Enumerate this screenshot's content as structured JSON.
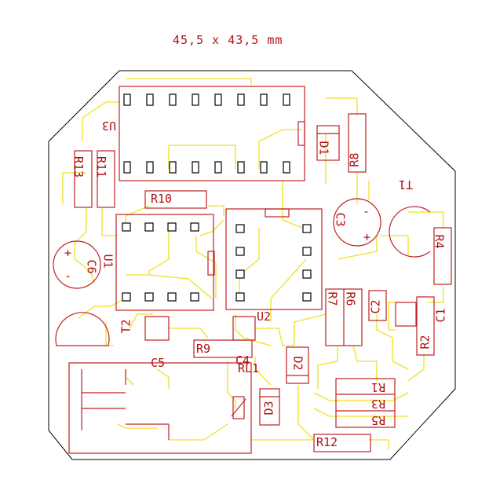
{
  "board": {
    "dimensions": "45,5 x 43,5 mm"
  },
  "labels": {
    "u3": "U3",
    "r13": "R13",
    "r11": "R11",
    "r10": "R10",
    "d1": "D1",
    "r8": "R8",
    "t1": "T1",
    "c3": "C3",
    "c3_minus": "-",
    "c3_plus": "+",
    "r4": "R4",
    "u1": "U1",
    "c6": "C6",
    "c6_plus": "+",
    "c6_minus": "-",
    "t2": "T2",
    "u2": "U2",
    "r7": "R7",
    "r6": "R6",
    "c2": "C2",
    "c1": "C1",
    "r2": "R2",
    "r9": "R9",
    "c4": "C4",
    "c5": "C5",
    "rl1": "RL1",
    "d2": "D2",
    "d3": "D3",
    "r1": "R1",
    "r3": "R3",
    "r5": "R5",
    "r12": "R12"
  },
  "colors": {
    "silkscreen": "#c02020",
    "tracks": "#f0e020",
    "pads": "#000000",
    "background": "#ffffff"
  }
}
